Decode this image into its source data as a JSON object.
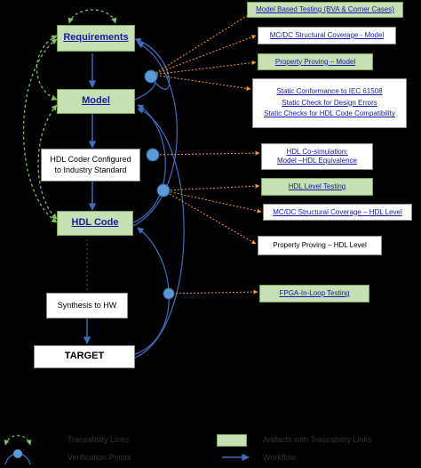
{
  "workflow": {
    "requirements": "Requirements",
    "model": "Model",
    "hdl_coder_line1": "HDL Coder Configured",
    "hdl_coder_line2": "to Industry Standard",
    "hdl_code": "HDL Code",
    "synthesis": "Synthesis to HW",
    "target": "TARGET"
  },
  "artifacts": {
    "model_based_testing": "Model Based Testing (BVA & Corner Cases)",
    "mcdc_model": "MC/DC Structural Coverage - Model",
    "property_proving_model": "Property Proving – Model",
    "static_conformance": "Static Conformance to IEC 61508",
    "static_design_errors": "Static Check for Design Errors",
    "static_hdl_compat": "Static Checks for HDL Code Compatibility",
    "hdl_cosim_line1": "HDL Co-simulation:",
    "hdl_cosim_line2": "Model –HDL Equivalence",
    "hdl_level_testing": "HDL Level Testing",
    "mcdc_hdl": "MC/DC Structural Coverage – HDL Level",
    "property_proving_hdl": "Property Proving – HDL Level",
    "fpga_in_loop": "FPGA-In-Loop Testing"
  },
  "legend": {
    "traceability_links": "Traceability Links",
    "verification_points": "Verification Points",
    "artifacts_with_traceability": "Artifacts with Traceability Links",
    "workflow": "Workflow"
  },
  "colors": {
    "background": "#000000",
    "artifact_fill": "#c6e0b4",
    "link_text": "#1a1aa8",
    "traceability_dashed": "#7fbf5f",
    "verification_dot": "#5b9bd5",
    "workflow_arrow": "#1f4e99",
    "artifact_connector": "#f0a020"
  },
  "icons": {
    "verification_point": "filled-circle",
    "traceability": "dashed-curved-arrow"
  }
}
